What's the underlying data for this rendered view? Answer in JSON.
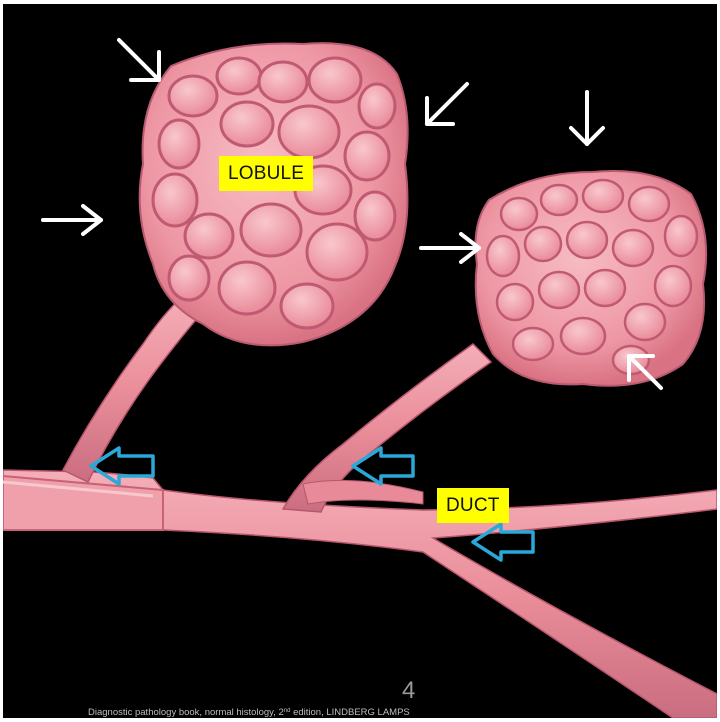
{
  "labels": {
    "lobule": "LOBULE",
    "duct": "DUCT"
  },
  "page_number": "4",
  "caption": {
    "before": "Diagnostic pathology book, normal histology, 2",
    "sup": "nd",
    "after": " edition, LINDBERG LAMPS"
  },
  "colors": {
    "background": "#000000",
    "tissue": "#ea8e9a",
    "tissue_dark": "#c85d75",
    "lobule_fill": "#f2a9b2",
    "label_bg": "#ffff00",
    "white_arrow": "#ffffff",
    "blue_arrow": "#2aa8d8"
  }
}
